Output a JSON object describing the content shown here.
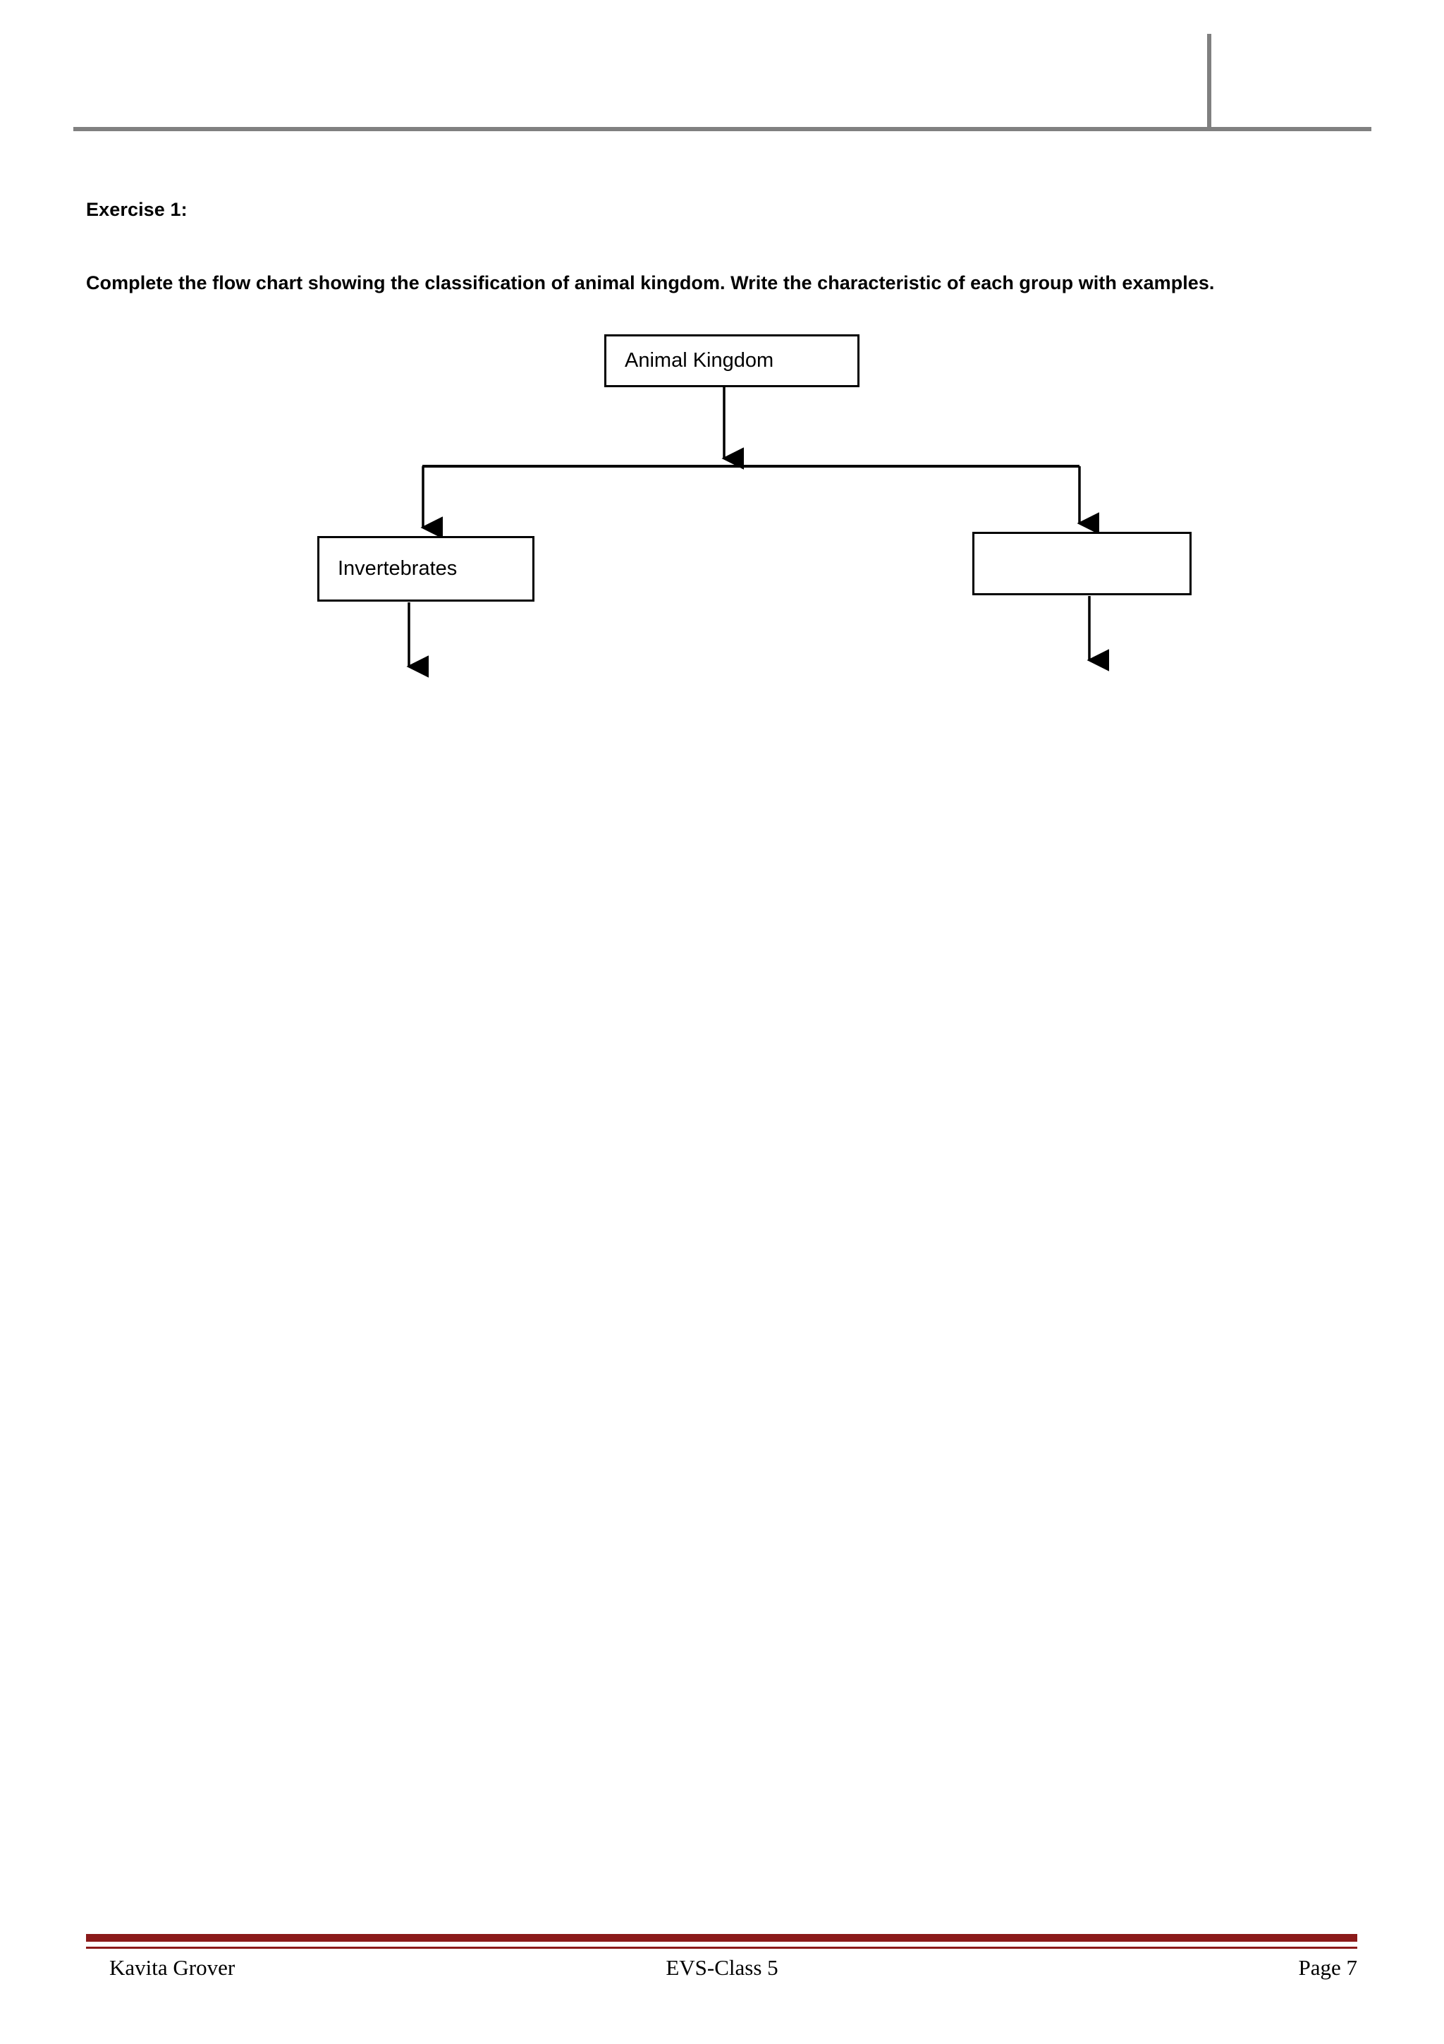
{
  "document": {
    "header": {
      "rule_color": "#808080",
      "tick_mark": "tab-stop-marker"
    },
    "body": {
      "exercise_label": "Exercise 1:",
      "instruction": "Complete the flow chart showing the classification of animal kingdom. Write the characteristic of each group with examples."
    },
    "flowchart": {
      "nodes": [
        {
          "id": "root",
          "label": "Animal Kingdom",
          "filled": true
        },
        {
          "id": "invertebrates",
          "label": "Invertebrates",
          "filled": true
        },
        {
          "id": "blank",
          "label": "",
          "filled": false
        }
      ],
      "connector_color": "#000000"
    },
    "footer": {
      "rule_color": "#8B1A1A",
      "left": "Kavita Grover",
      "center": "EVS-Class 5",
      "right": "Page 7"
    }
  }
}
